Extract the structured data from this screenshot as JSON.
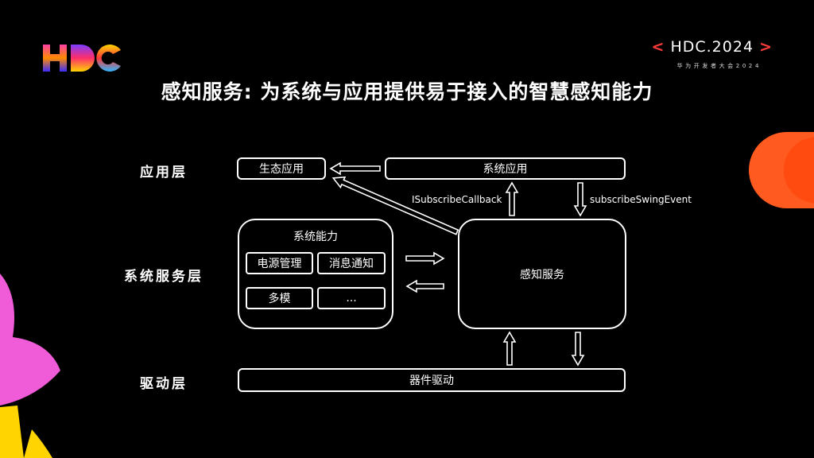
{
  "slide": {
    "title": "感知服务: 为系统与应用提供易于接入的智慧感知能力"
  },
  "branding": {
    "logo_text": "HDC",
    "event_name": "HDC.2024",
    "event_subtitle": "华为开发者大会2024",
    "bracket_left": "<",
    "bracket_right": ">"
  },
  "layers": {
    "app": "应用层",
    "service": "系统服务层",
    "driver": "驱动层"
  },
  "boxes": {
    "eco_app": "生态应用",
    "sys_app": "系统应用",
    "sys_cap": "系统能力",
    "power_mgmt": "电源管理",
    "msg_notify": "消息通知",
    "multimodal": "多模",
    "more": "...",
    "perception": "感知服务",
    "device_driver": "器件驱动"
  },
  "edges": {
    "callback": "ISubscribeCallback",
    "subscribe": "subscribeSwingEvent"
  }
}
